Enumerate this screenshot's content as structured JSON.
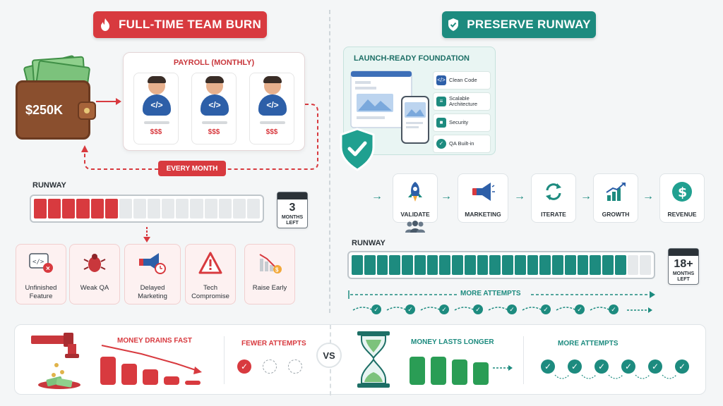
{
  "left": {
    "banner": "FULL-TIME TEAM BURN",
    "wallet_amount": "$250K",
    "payroll_title": "PAYROLL (MONTHLY)",
    "employees": [
      {
        "salary": "$$$",
        "code": "</>"
      },
      {
        "salary": "$$$",
        "code": "</>"
      },
      {
        "salary": "$$$",
        "code": "</>"
      }
    ],
    "every_month": "EVERY MONTH",
    "runway_label": "RUNWAY",
    "runway_fraction": 0.38,
    "calendar_number": "3",
    "calendar_text": "MONTHS LEFT",
    "risks": [
      {
        "label": "Unfinished Feature",
        "icon": "code-error-icon"
      },
      {
        "label": "Weak QA",
        "icon": "bug-icon"
      },
      {
        "label": "Delayed Marketing",
        "icon": "megaphone-clock-icon"
      },
      {
        "label": "Tech Compromise",
        "icon": "warning-icon"
      },
      {
        "label": "Raise Early",
        "icon": "falling-chart-icon"
      }
    ]
  },
  "right": {
    "banner": "PRESERVE RUNWAY",
    "launch_title": "LAUNCH-READY FOUNDATION",
    "features": [
      {
        "label": "Clean Code",
        "icon": "code-icon"
      },
      {
        "label": "Scalable Architecture",
        "icon": "layers-icon"
      },
      {
        "label": "Security",
        "icon": "lock-icon"
      },
      {
        "label": "QA Built-in",
        "icon": "check-icon"
      }
    ],
    "steps": [
      {
        "label": "VALIDATE",
        "icon": "rocket-icon"
      },
      {
        "label": "MARKETING",
        "icon": "megaphone-icon"
      },
      {
        "label": "ITERATE",
        "icon": "cycle-icon"
      },
      {
        "label": "GROWTH",
        "icon": "growth-chart-icon"
      },
      {
        "label": "REVENUE",
        "icon": "dollar-icon"
      }
    ],
    "runway_label": "RUNWAY",
    "runway_fraction": 0.92,
    "calendar_number": "18+",
    "calendar_text": "MONTHS LEFT",
    "more_attempts": "MORE ATTEMPTS"
  },
  "bottom": {
    "money_drains": "MONEY DRAINS FAST",
    "fewer_attempts": "FEWER ATTEMPTS",
    "vs": "VS",
    "money_lasts": "MONEY LASTS LONGER",
    "more_attempts": "MORE ATTEMPTS"
  },
  "colors": {
    "red": "#d83a3f",
    "teal": "#1d8b7f",
    "navy": "#2d5fa8"
  }
}
